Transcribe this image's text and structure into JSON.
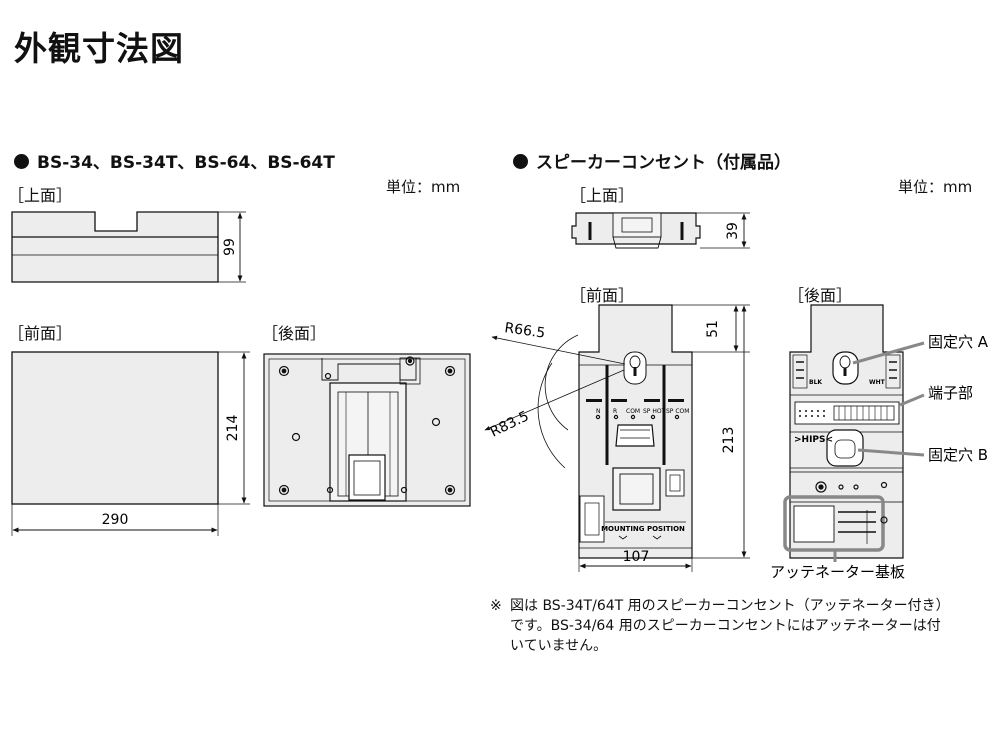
{
  "page_title": "外観寸法図",
  "left": {
    "heading": "BS-34、BS-34T、BS-64、BS-64T",
    "unit": "単位：mm",
    "top_label": "［上面］",
    "front_label": "［前面］",
    "back_label": "［後面］",
    "dims": {
      "top_height": "99",
      "front_height": "214",
      "front_width": "290"
    }
  },
  "right": {
    "heading": "スピーカーコンセント（付属品）",
    "unit": "単位：mm",
    "top_label": "［上面］",
    "front_label": "［前面］",
    "back_label": "［後面］",
    "dims": {
      "top_height": "39",
      "upper_height": "51",
      "height": "213",
      "width": "107",
      "radius_inner": "R66.5",
      "radius_outer": "R83.5"
    },
    "panel_marks": {
      "n": "N",
      "r": "R",
      "com": "COM",
      "sp_hot": "SP HOT",
      "sp_com": "SP COM",
      "mounting": "MOUNTING POSITION"
    },
    "back_marks": {
      "blk": "BLK",
      "wht": "WHT",
      "hips": ">HIPS<"
    },
    "callouts": {
      "hole_a": "固定穴 A",
      "terminal": "端子部",
      "hole_b": "固定穴 B",
      "attenuator": "アッテネーター基板"
    }
  },
  "note": {
    "mark": "※",
    "line1": "図は BS-34T/64T 用のスピーカーコンセント（アッテネーター付き）",
    "line2": "です。BS-34/64 用のスピーカーコンセントにはアッテネーターは付",
    "line3": "いていません。"
  },
  "colors": {
    "ink": "#111111",
    "body_fill": "#ededed",
    "panel_fill": "#f4f4f4",
    "callout_line": "#888888"
  }
}
